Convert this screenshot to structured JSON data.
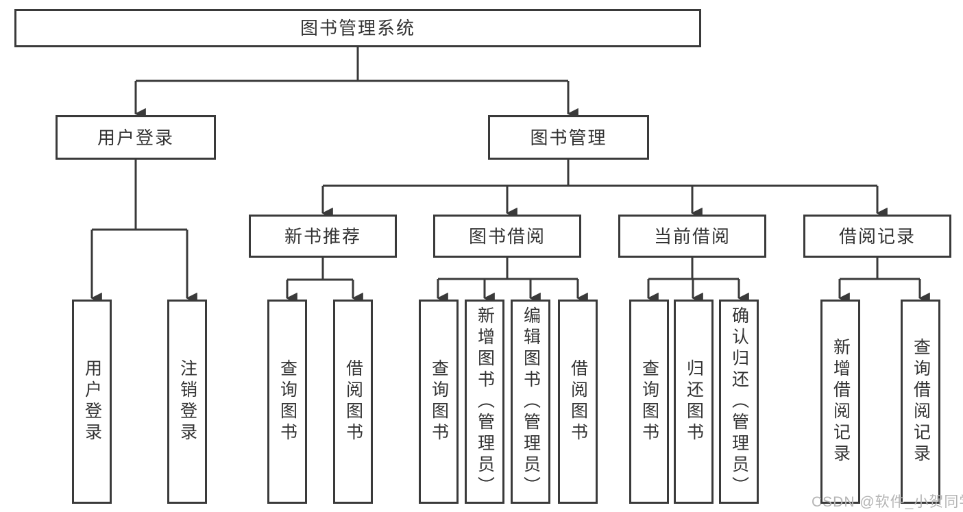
{
  "diagram": {
    "title": "图书管理系统",
    "level2": {
      "user_login": "用户登录",
      "book_management": "图书管理"
    },
    "level3": {
      "new_book_recommend": "新书推荐",
      "book_borrow": "图书借阅",
      "current_borrow": "当前借阅",
      "borrow_records": "借阅记录"
    },
    "leaves": {
      "user_login": "用户登录",
      "logout": "注销登录",
      "recommend_query_books": "查询图书",
      "recommend_borrow_books": "借阅图书",
      "borrow_query_books": "查询图书",
      "borrow_add_books_admin": "新增图书（管理员）",
      "borrow_edit_books_admin": "编辑图书（管理员）",
      "borrow_borrow_books": "借阅图书",
      "current_query_books": "查询图书",
      "current_return_books": "归还图书",
      "current_confirm_return_admin": "确认归还（管理员）",
      "records_add_record": "新增借阅记录",
      "records_query_record": "查询借阅记录"
    }
  },
  "watermark": "CSDN @软件_小贺同学",
  "colors": {
    "line": "#3a3a3a",
    "text": "#333333",
    "watermark": "#b5b5b5",
    "background": "#ffffff"
  }
}
